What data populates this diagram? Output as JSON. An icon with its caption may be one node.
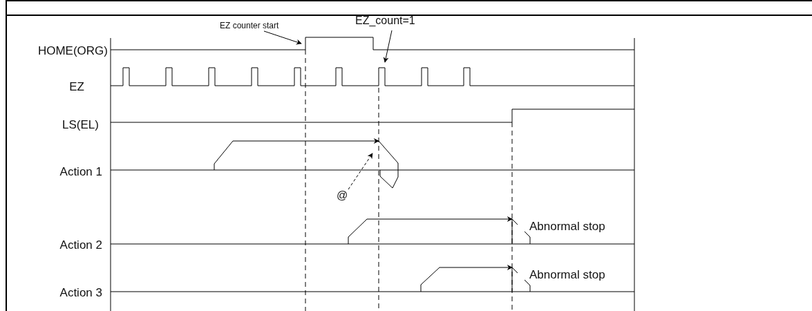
{
  "diagram": {
    "nodes": [
      {
        "text": [
          "EZ counter start"
        ]
      },
      {
        "text": [
          "EZ_count=1"
        ]
      },
      {
        "text": [
          "@"
        ]
      }
    ],
    "edges": [
      {
        "from": 0,
        "to": null,
        "arrow": "to"
      },
      {
        "from": 1,
        "to": null,
        "arrow": "to"
      },
      {
        "from": 2,
        "to": null,
        "arrow": "to",
        "style": "dashed"
      }
    ],
    "labels": [
      "HOME(ORG)",
      "EZ",
      "LS(EL)",
      "Action 1",
      "Action 2",
      "Action 3",
      "Abnormal stop",
      "Abnormal stop"
    ]
  }
}
